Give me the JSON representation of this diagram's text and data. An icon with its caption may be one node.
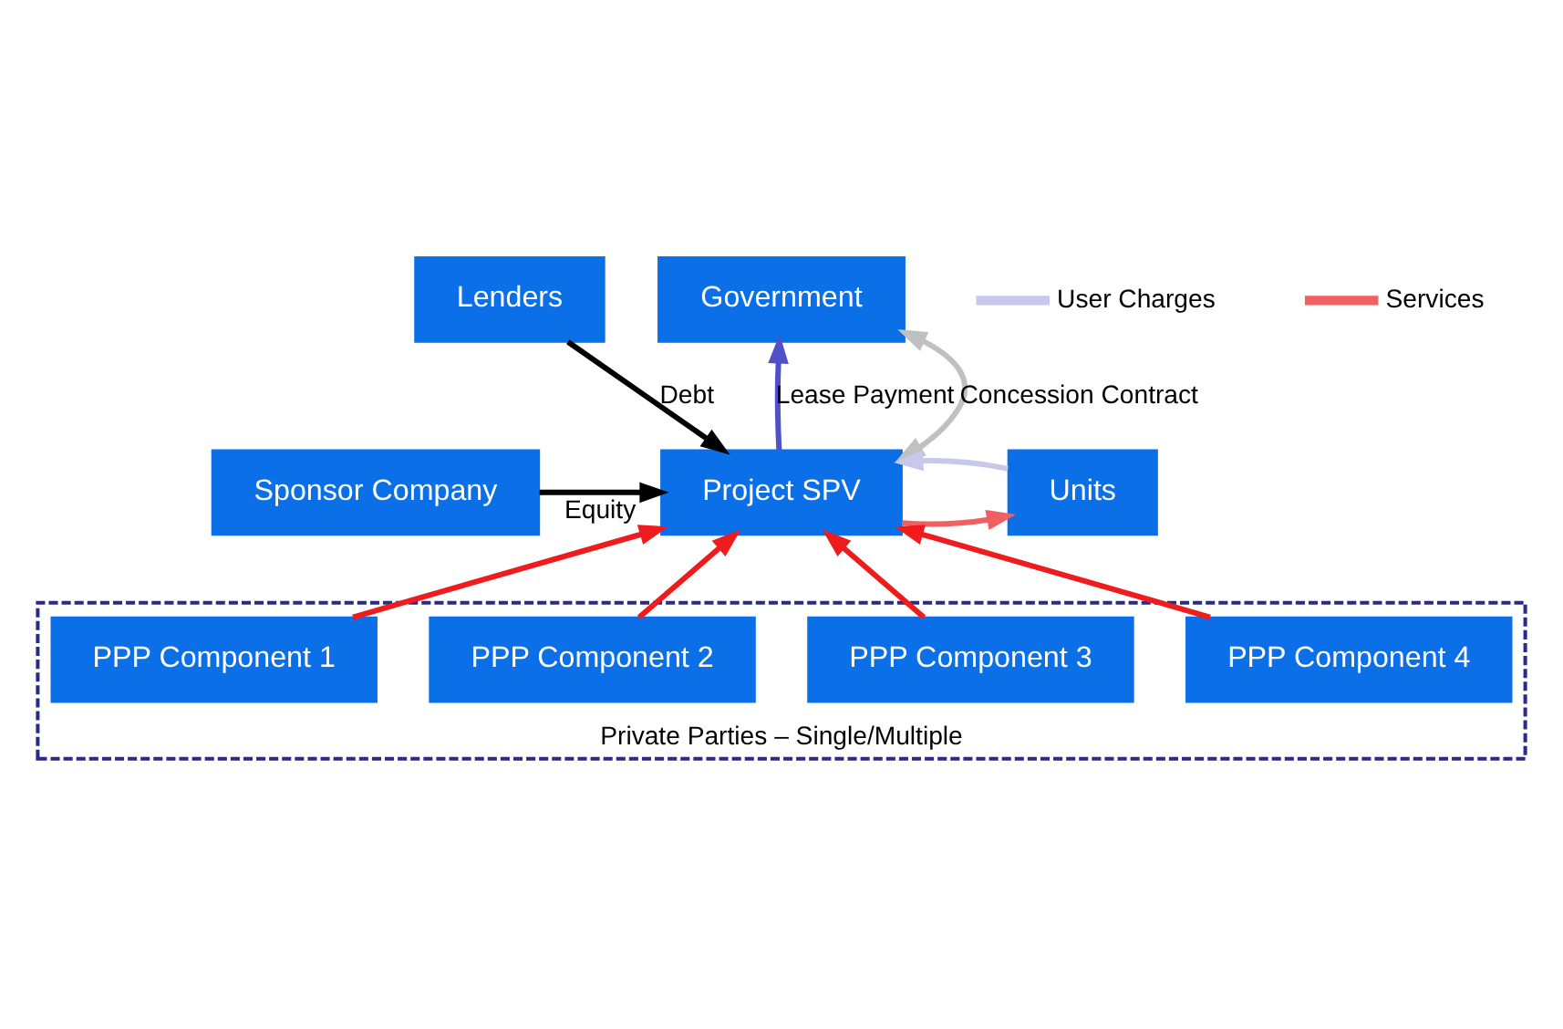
{
  "diagram": {
    "nodes": [
      {
        "text": [
          "Government"
        ]
      },
      {
        "text": [
          "Lenders"
        ]
      },
      {
        "text": [
          "Sponsor Company"
        ]
      },
      {
        "text": [
          "Project SPV"
        ]
      },
      {
        "text": [
          "Units"
        ]
      },
      {
        "text": [
          "Private Parties – Single/Multiple"
        ]
      },
      {
        "text": [
          "PPP Component 1"
        ],
        "in": 5
      },
      {
        "text": [
          "PPP Component 2"
        ],
        "in": 5
      },
      {
        "text": [
          "PPP Component 3"
        ],
        "in": 5
      },
      {
        "text": [
          "PPP Component 4"
        ],
        "in": 5
      }
    ],
    "edges": [
      {
        "from": 3,
        "to": 0,
        "arrow": "to",
        "label": "Lease Payment",
        "color": "#5050c8"
      },
      {
        "from": 0,
        "to": 3,
        "arrow": "both",
        "label": "Concession Contract",
        "color": "#c0c0c0"
      },
      {
        "from": 1,
        "to": 3,
        "arrow": "to",
        "label": "Debt",
        "color": "#000000"
      },
      {
        "from": 2,
        "to": 3,
        "arrow": "to",
        "label": "Equity",
        "color": "#000000"
      },
      {
        "from": 4,
        "to": 3,
        "arrow": "to",
        "color": "#c8c8ec"
      },
      {
        "from": 3,
        "to": 4,
        "arrow": "to",
        "color": "#f06060"
      },
      {
        "from": 6,
        "to": 3,
        "arrow": "to"
      },
      {
        "from": 7,
        "to": 3,
        "arrow": "to"
      },
      {
        "from": 8,
        "to": 3,
        "arrow": "to"
      },
      {
        "from": 9,
        "to": 3,
        "arrow": "to"
      }
    ],
    "legend": [
      {
        "text": "User Charges"
      },
      {
        "text": "Services"
      }
    ]
  }
}
